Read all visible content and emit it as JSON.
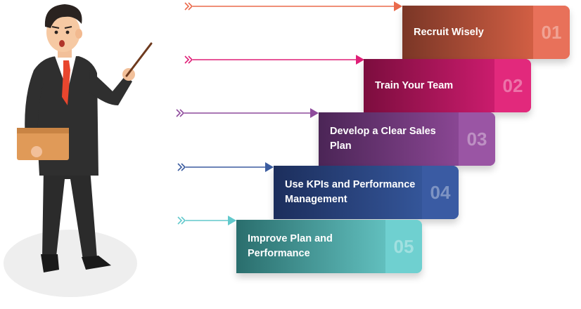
{
  "steps": [
    {
      "label": "Recruit Wisely",
      "number": "01",
      "color_start": "#7a3626",
      "color_end": "#ea6a4c",
      "num_bg": "#e8715a",
      "arrow_color": "#ea6a4c"
    },
    {
      "label": "Train Your Team",
      "number": "02",
      "color_start": "#7c0d3e",
      "color_end": "#e0207a",
      "num_bg": "#e2297c",
      "arrow_color": "#df1f77"
    },
    {
      "label": "Develop a Clear Sales Plan",
      "number": "03",
      "color_start": "#4b2556",
      "color_end": "#9a4fa3",
      "num_bg": "#9a55a4",
      "arrow_color": "#8e4a9c"
    },
    {
      "label": "Use KPIs and Performance Management",
      "number": "04",
      "color_start": "#1c2e5c",
      "color_end": "#3a5fa8",
      "num_bg": "#3a5ba3",
      "arrow_color": "#3b5c9f"
    },
    {
      "label": "Improve Plan and Performance",
      "number": "05",
      "color_start": "#2a6e6d",
      "color_end": "#6fd3d2",
      "num_bg": "#6fd0d0",
      "arrow_color": "#62c9cc"
    }
  ]
}
